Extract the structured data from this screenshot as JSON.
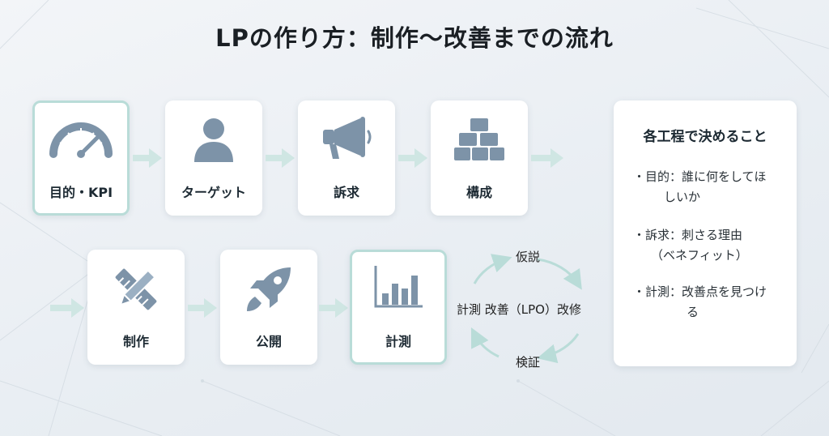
{
  "title": "LPの作り方：制作〜改善までの流れ",
  "steps": [
    {
      "label": "目的・KPI",
      "icon": "speedometer-icon",
      "highlighted": true
    },
    {
      "label": "ターゲット",
      "icon": "user-icon",
      "highlighted": false
    },
    {
      "label": "訴求",
      "icon": "megaphone-icon",
      "highlighted": false
    },
    {
      "label": "構成",
      "icon": "blocks-icon",
      "highlighted": false
    },
    {
      "label": "制作",
      "icon": "pencil-ruler-icon",
      "highlighted": false
    },
    {
      "label": "公開",
      "icon": "rocket-icon",
      "highlighted": false
    },
    {
      "label": "計測",
      "icon": "bar-chart-icon",
      "highlighted": true
    }
  ],
  "cycle": {
    "top": "仮説",
    "center": "計測 改善（LPO）改修",
    "bottom": "検証"
  },
  "panel": {
    "title": "各工程で決めること",
    "items": [
      {
        "line1": "・目的：誰に何をしてほ",
        "line2": "しいか"
      },
      {
        "line1": "・訴求：刺さる理由",
        "line2": "（ベネフィット）"
      },
      {
        "line1": "・計測：改善点を見つけ",
        "line2": "る"
      }
    ]
  },
  "colors": {
    "icon": "#7d93a8",
    "arrow": "#cfe6e3",
    "card_highlight_border": "#b9dcd8",
    "background": "#eef2f5"
  }
}
